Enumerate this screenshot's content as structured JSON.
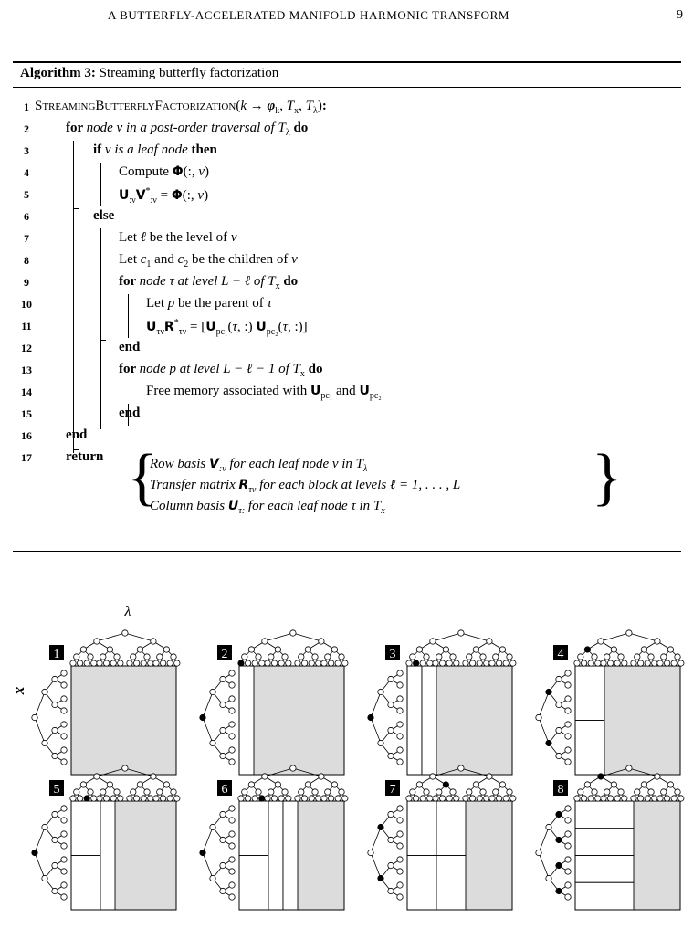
{
  "header": {
    "running_title": "A BUTTERFLY-ACCELERATED MANIFOLD HARMONIC TRANSFORM",
    "page_number": "9"
  },
  "algorithm": {
    "label": "Algorithm 3:",
    "title": "Streaming butterfly factorization",
    "lines": [
      {
        "n": "1",
        "segments": [
          {
            "t": "sc",
            "v": "StreamingButterflyFactorization"
          },
          {
            "t": "r",
            "v": "("
          },
          {
            "t": "i",
            "v": "k"
          },
          {
            "t": "r",
            "v": " → "
          },
          {
            "t": "b",
            "v": "φ"
          },
          {
            "t": "sub",
            "v": "k"
          },
          {
            "t": "r",
            "v": ", "
          },
          {
            "t": "i",
            "v": "T"
          },
          {
            "t": "sub",
            "v": "x"
          },
          {
            "t": "r",
            "v": ", "
          },
          {
            "t": "i",
            "v": "T"
          },
          {
            "t": "sub",
            "v": "λ"
          },
          {
            "t": "r",
            "v": ")"
          },
          {
            "t": "k",
            "v": ":"
          }
        ]
      },
      {
        "n": "2",
        "segments": [
          {
            "t": "k",
            "v": "for "
          },
          {
            "t": "i",
            "v": "node ν in a post-order traversal of T"
          },
          {
            "t": "sub",
            "v": "λ"
          },
          {
            "t": "k",
            "v": " do"
          }
        ]
      },
      {
        "n": "3",
        "segments": [
          {
            "t": "k",
            "v": "if "
          },
          {
            "t": "i",
            "v": "ν is a leaf node"
          },
          {
            "t": "k",
            "v": " then"
          }
        ]
      },
      {
        "n": "4",
        "segments": [
          {
            "t": "r",
            "v": "Compute "
          },
          {
            "t": "bf",
            "v": "Φ"
          },
          {
            "t": "r",
            "v": "(:, "
          },
          {
            "t": "i",
            "v": "ν"
          },
          {
            "t": "r",
            "v": ")"
          }
        ]
      },
      {
        "n": "5",
        "segments": [
          {
            "t": "bf",
            "v": "U"
          },
          {
            "t": "sub",
            "v": ":ν"
          },
          {
            "t": "bf",
            "v": "V"
          },
          {
            "t": "sup",
            "v": "*"
          },
          {
            "t": "sub",
            "v": ":ν"
          },
          {
            "t": "r",
            "v": " = "
          },
          {
            "t": "bf",
            "v": "Φ"
          },
          {
            "t": "r",
            "v": "(:, "
          },
          {
            "t": "i",
            "v": "ν"
          },
          {
            "t": "r",
            "v": ")"
          }
        ]
      },
      {
        "n": "6",
        "segments": [
          {
            "t": "k",
            "v": "else"
          }
        ]
      },
      {
        "n": "7",
        "segments": [
          {
            "t": "r",
            "v": "Let "
          },
          {
            "t": "i",
            "v": "ℓ"
          },
          {
            "t": "r",
            "v": " be the level of "
          },
          {
            "t": "i",
            "v": "ν"
          }
        ]
      },
      {
        "n": "8",
        "segments": [
          {
            "t": "r",
            "v": "Let "
          },
          {
            "t": "i",
            "v": "c"
          },
          {
            "t": "sub",
            "v": "1"
          },
          {
            "t": "r",
            "v": " and "
          },
          {
            "t": "i",
            "v": "c"
          },
          {
            "t": "sub",
            "v": "2"
          },
          {
            "t": "r",
            "v": " be the children of "
          },
          {
            "t": "i",
            "v": "ν"
          }
        ]
      },
      {
        "n": "9",
        "segments": [
          {
            "t": "k",
            "v": "for "
          },
          {
            "t": "i",
            "v": "node τ at level L − ℓ of T"
          },
          {
            "t": "sub",
            "v": "x"
          },
          {
            "t": "k",
            "v": " do"
          }
        ]
      },
      {
        "n": "10",
        "segments": [
          {
            "t": "r",
            "v": "Let "
          },
          {
            "t": "i",
            "v": "p"
          },
          {
            "t": "r",
            "v": " be the parent of "
          },
          {
            "t": "i",
            "v": "τ"
          }
        ]
      },
      {
        "n": "11",
        "segments": [
          {
            "t": "bf",
            "v": "U"
          },
          {
            "t": "sub",
            "v": "τν"
          },
          {
            "t": "bf",
            "v": "R"
          },
          {
            "t": "sup",
            "v": "*"
          },
          {
            "t": "sub",
            "v": "τν"
          },
          {
            "t": "r",
            "v": " = ["
          },
          {
            "t": "bf",
            "v": "U"
          },
          {
            "t": "sub",
            "v": "pc₁"
          },
          {
            "t": "r",
            "v": "("
          },
          {
            "t": "i",
            "v": "τ"
          },
          {
            "t": "r",
            "v": ", :)   "
          },
          {
            "t": "bf",
            "v": "U"
          },
          {
            "t": "sub",
            "v": "pc₂"
          },
          {
            "t": "r",
            "v": "("
          },
          {
            "t": "i",
            "v": "τ"
          },
          {
            "t": "r",
            "v": ", :)]"
          }
        ]
      },
      {
        "n": "12",
        "segments": [
          {
            "t": "k",
            "v": "end"
          }
        ]
      },
      {
        "n": "13",
        "segments": [
          {
            "t": "k",
            "v": "for "
          },
          {
            "t": "i",
            "v": "node p at level L − ℓ − 1 of T"
          },
          {
            "t": "sub",
            "v": "x"
          },
          {
            "t": "k",
            "v": " do"
          }
        ]
      },
      {
        "n": "14",
        "segments": [
          {
            "t": "r",
            "v": "Free memory associated with "
          },
          {
            "t": "bf",
            "v": "U"
          },
          {
            "t": "sub",
            "v": "pc₁"
          },
          {
            "t": "r",
            "v": " and "
          },
          {
            "t": "bf",
            "v": "U"
          },
          {
            "t": "sub",
            "v": "pc₂"
          }
        ]
      },
      {
        "n": "15",
        "segments": [
          {
            "t": "k",
            "v": "end"
          }
        ]
      },
      {
        "n": "16",
        "segments": [
          {
            "t": "k",
            "v": "end"
          }
        ]
      },
      {
        "n": "17",
        "segments": [
          {
            "t": "k",
            "v": "return"
          }
        ]
      }
    ],
    "return_items": [
      [
        {
          "t": "i",
          "v": "Row basis "
        },
        {
          "t": "bf",
          "v": "V"
        },
        {
          "t": "sub",
          "v": ":ν"
        },
        {
          "t": "i",
          "v": " for each leaf node ν in T"
        },
        {
          "t": "sub",
          "v": "λ"
        }
      ],
      [
        {
          "t": "i",
          "v": "Transfer matrix "
        },
        {
          "t": "bf",
          "v": "R"
        },
        {
          "t": "sub",
          "v": "τν"
        },
        {
          "t": "i",
          "v": " for each block at levels ℓ = 1, . . . , L"
        }
      ],
      [
        {
          "t": "i",
          "v": "Column basis "
        },
        {
          "t": "bf",
          "v": "U"
        },
        {
          "t": "sub",
          "v": "τ:"
        },
        {
          "t": "i",
          "v": " for each leaf node τ in T"
        },
        {
          "t": "sub",
          "v": "x"
        }
      ]
    ]
  },
  "figure": {
    "lambda_label": "λ",
    "x_label": "x",
    "panels": [
      {
        "num": "1",
        "lambda_filled": [],
        "x_filled": [],
        "blocks": [],
        "shade_from": 0
      },
      {
        "num": "2",
        "lambda_filled": [
          "leaf:0"
        ],
        "x_filled": [
          "root"
        ],
        "blocks": [
          {
            "c0": 0,
            "c1": 1,
            "rows": [
              [
                0,
                8
              ]
            ]
          }
        ],
        "shade_from": 1
      },
      {
        "num": "3",
        "lambda_filled": [
          "leaf:1"
        ],
        "x_filled": [
          "root"
        ],
        "blocks": [
          {
            "c0": 0,
            "c1": 1,
            "rows": [
              [
                0,
                8
              ]
            ]
          },
          {
            "c0": 1,
            "c1": 2,
            "rows": [
              [
                0,
                8
              ]
            ]
          }
        ],
        "shade_from": 2
      },
      {
        "num": "4",
        "lambda_filled": [
          "l2:0"
        ],
        "x_filled": [
          "l1:0",
          "l1:1"
        ],
        "blocks": [
          {
            "c0": 0,
            "c1": 2,
            "rows": [
              [
                0,
                4
              ],
              [
                4,
                8
              ]
            ]
          }
        ],
        "shade_from": 2
      },
      {
        "num": "5",
        "lambda_filled": [
          "leaf:2"
        ],
        "x_filled": [
          "root"
        ],
        "blocks": [
          {
            "c0": 0,
            "c1": 2,
            "rows": [
              [
                0,
                4
              ],
              [
                4,
                8
              ]
            ]
          },
          {
            "c0": 2,
            "c1": 3,
            "rows": [
              [
                0,
                8
              ]
            ]
          }
        ],
        "shade_from": 3
      },
      {
        "num": "6",
        "lambda_filled": [
          "leaf:3"
        ],
        "x_filled": [
          "root"
        ],
        "blocks": [
          {
            "c0": 0,
            "c1": 2,
            "rows": [
              [
                0,
                4
              ],
              [
                4,
                8
              ]
            ]
          },
          {
            "c0": 2,
            "c1": 3,
            "rows": [
              [
                0,
                8
              ]
            ]
          },
          {
            "c0": 3,
            "c1": 4,
            "rows": [
              [
                0,
                8
              ]
            ]
          }
        ],
        "shade_from": 4
      },
      {
        "num": "7",
        "lambda_filled": [
          "l2:1"
        ],
        "x_filled": [
          "l1:0",
          "l1:1"
        ],
        "blocks": [
          {
            "c0": 0,
            "c1": 2,
            "rows": [
              [
                0,
                4
              ],
              [
                4,
                8
              ]
            ]
          },
          {
            "c0": 2,
            "c1": 4,
            "rows": [
              [
                0,
                4
              ],
              [
                4,
                8
              ]
            ]
          }
        ],
        "shade_from": 4
      },
      {
        "num": "8",
        "lambda_filled": [
          "l1:0"
        ],
        "x_filled": [
          "l2:0",
          "l2:1",
          "l2:2",
          "l2:3"
        ],
        "blocks": [
          {
            "c0": 0,
            "c1": 4,
            "rows": [
              [
                0,
                2
              ],
              [
                2,
                4
              ],
              [
                4,
                6
              ],
              [
                6,
                8
              ]
            ]
          }
        ],
        "shade_from": 4
      }
    ]
  }
}
